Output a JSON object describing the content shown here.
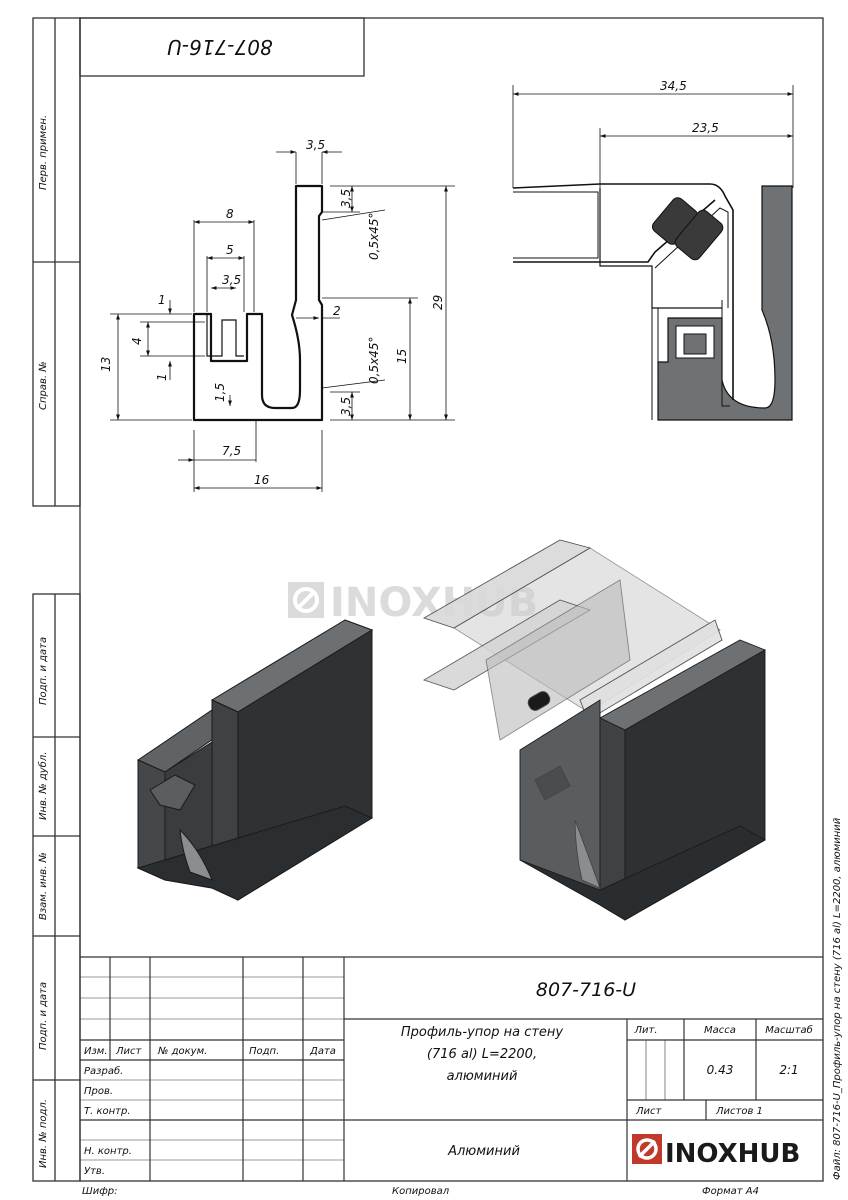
{
  "drawing": {
    "top_code": "807-716-U",
    "code": "807-716-U",
    "title_lines": [
      "Профиль-упор на стену",
      "(716 al) L=2200,",
      "алюминий"
    ],
    "material": "Алюминий",
    "watermark": "INOXHUB",
    "logo_text": "INOXHUB",
    "mass": "0.43",
    "scale": "2:1",
    "side_text": "Файл: 807-716-U_Профиль-упор на стену (716 al) L=2200, алюминий"
  },
  "left_column": [
    "Перв. примен.",
    "Справ. №",
    "Подп. и дата",
    "Инв. № дубл.",
    "Взам. инв. №",
    "Подп. и дата",
    "Инв. № подл."
  ],
  "table": {
    "header": [
      "Изм.",
      "Лист",
      "№ докум.",
      "Подп.",
      "Дата"
    ],
    "roles": [
      "Разраб.",
      "Пров.",
      "Т. контр.",
      "",
      "Н. контр.",
      "Утв."
    ],
    "lit_label": "Лит.",
    "mass_label": "Масса",
    "scale_label": "Масштаб",
    "sheet_label": "Лист",
    "sheets_label": "Листов 1"
  },
  "footer": {
    "shifr": "Шифр:",
    "kopiroval": "Копировал",
    "format": "Формат А4"
  },
  "dimensions": {
    "top_width": "3,5",
    "width_8": "8",
    "width_5": "5",
    "width_3_5": "3,5",
    "d1_top": "1",
    "d4": "4",
    "d1_bot": "1",
    "h13": "13",
    "d1_5": "1,5",
    "d7_5": "7,5",
    "w16": "16",
    "r3_5_top": "3,5",
    "chamfer_top": "0,5x45°",
    "d2": "2",
    "chamfer_bot": "0,5x45°",
    "h15": "15",
    "r3_5_bot": "3,5",
    "h29": "29",
    "asm_34_5": "34,5",
    "asm_23_5": "23,5"
  }
}
